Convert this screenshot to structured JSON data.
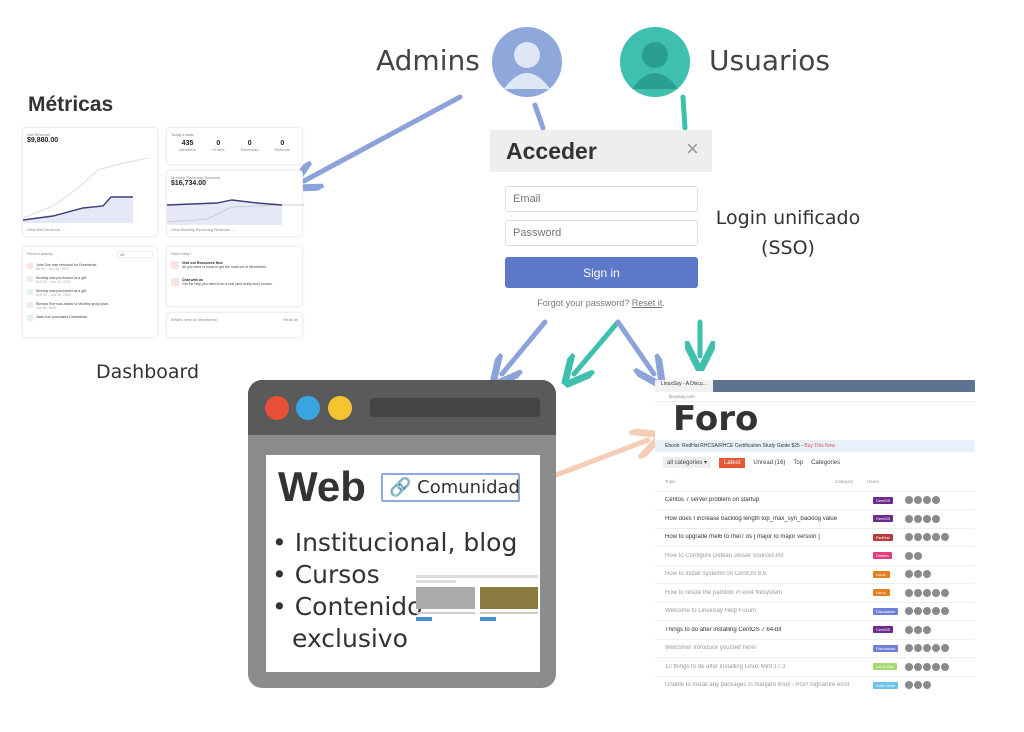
{
  "labels": {
    "admins": "Admins",
    "usuarios": "Usuarios",
    "metricas": "Métricas",
    "dashboard": "Dashboard",
    "sso_line1": "Login unificado",
    "sso_line2": "(SSO)"
  },
  "colors": {
    "admin": "#8fa8dc",
    "user": "#3fbfae",
    "arrow_blue": "#8ba3d8",
    "arrow_teal": "#3fbfae",
    "arrow_peach": "#f5cdb5",
    "signin": "#5b78c9"
  },
  "dashboard": {
    "net_revenue": {
      "label": "Net Revenue",
      "value": "$9,880.00",
      "link": "View Net Revenue →"
    },
    "today": {
      "label": "Today's stats",
      "stats": [
        {
          "n": "435",
          "l": "Members"
        },
        {
          "n": "0",
          "l": "Orders"
        },
        {
          "n": "0",
          "l": "Renewals"
        },
        {
          "n": "0",
          "l": "Refunds"
        }
      ]
    },
    "mrr": {
      "label": "Monthly Recurring Revenue",
      "value": "$16,734.00",
      "link": "View Monthly Recurring Revenue →"
    },
    "activity": {
      "label": "Recent activity",
      "filter": "All",
      "items": [
        {
          "t": "Jane Doe was refunded for Dreamboat.",
          "s": "$8.00 – Jun 26, 2020"
        },
        {
          "t": "Monthly was purchased as a gift.",
          "s": "$10.00 – Jun 26, 2020"
        },
        {
          "t": "Monthly was purchased as a gift.",
          "s": "$10.00 – Jun 26, 2020"
        },
        {
          "t": "Richard Roe was added to Monthly group plan.",
          "s": "Jun 26, 2020"
        },
        {
          "t": "Jane Doe purchased Dreamboat.",
          "s": ""
        }
      ]
    },
    "help": {
      "label": "Need help?",
      "items": [
        {
          "t": "Visit our Resources Hub",
          "s": "All you need to know to get the most out of Memberful."
        },
        {
          "t": "Chat with us",
          "s": "Get the help you need from a real (and really nice) human."
        }
      ]
    },
    "whats_new": {
      "label": "What's new on Memberful",
      "link": "Read all"
    }
  },
  "login": {
    "title": "Acceder",
    "close": "×",
    "email_placeholder": "Email",
    "password_placeholder": "Password",
    "submit": "Sign in",
    "forgot": "Forgot your password?",
    "reset": "Reset it"
  },
  "web": {
    "title": "Web",
    "chip": "Comunidad",
    "bullets": [
      "Institucional, blog",
      "Cursos",
      "Contenido",
      "exclusivo"
    ]
  },
  "forum": {
    "title": "Foro",
    "tab": "LinuxSay - A Discu...",
    "url": "linuxsay.com",
    "banner": "Ebook: RedHat RHCSA/RHCE Certification Study Guide $25 -",
    "banner_link": "Buy This Now",
    "nav": {
      "categories": "all categories ▾",
      "latest": "Latest",
      "unread": "Unread (16)",
      "top": "Top",
      "cats": "Categories"
    },
    "headers": {
      "topic": "Topic",
      "category": "Category",
      "users": "Users"
    },
    "rows": [
      {
        "t": "Centos 7 server problem on startup",
        "c": "CentOS",
        "col": "#6c2a8c",
        "n": 4,
        "bold": true
      },
      {
        "t": "How does I increase backlog length top_max_syn_backlog value",
        "c": "CentOS",
        "col": "#6c2a8c",
        "n": 4,
        "bold": true
      },
      {
        "t": "How to upgrade rhel6 to rhel7 os [ major to major version ]",
        "c": "RedHat",
        "col": "#b83b3b",
        "n": 5,
        "bold": true
      },
      {
        "t": "How to Configure Debian Jessie Sources.list",
        "c": "Debian",
        "col": "#e23c7f",
        "n": 2
      },
      {
        "t": "How to install systemd on CentOS 6.6",
        "c": "Linux",
        "col": "#e67e22",
        "n": 3
      },
      {
        "t": "How to resize the partition in ext4 filesystem",
        "c": "Linux",
        "col": "#e67e22",
        "n": 5
      },
      {
        "t": "Welcome to LinuxSay Help Forum",
        "c": "Discussion",
        "col": "#6e7fd8",
        "n": 5
      },
      {
        "t": "Things to do after installing CentOS 7 64-bit",
        "c": "CentOS",
        "col": "#6c2a8c",
        "n": 3,
        "bold": true
      },
      {
        "t": "Welcome! Introduce yourself here!",
        "c": "Discussion",
        "col": "#6e7fd8",
        "n": 5
      },
      {
        "t": "10 things to do after installing Linux Mint 17.3",
        "c": "Linux Mint",
        "col": "#a5d86e",
        "n": 5
      },
      {
        "t": "Unable to install any packages in manjaro linux - PGP Signature error",
        "c": "Arch Linux",
        "col": "#6ec3e8",
        "n": 3
      }
    ]
  }
}
